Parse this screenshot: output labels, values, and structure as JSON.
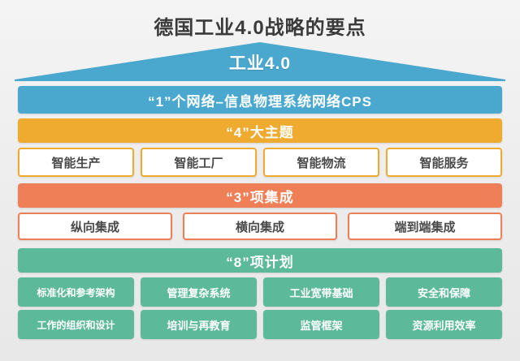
{
  "title": "德国工业4.0战略的要点",
  "roof": {
    "label": "工业4.0",
    "color": "#4aa8cf"
  },
  "bands": {
    "cps": {
      "label": "“1”个网络–信息物理系统网络CPS",
      "color": "#4aa8cf"
    },
    "themes": {
      "label": "“4”大主题",
      "color": "#eeab30"
    },
    "integration": {
      "label": "“3”项集成",
      "color": "#ef7f57"
    },
    "plans": {
      "label": "“8”项计划",
      "color": "#5cb99a"
    }
  },
  "themes": [
    "智能生产",
    "智能工厂",
    "智能物流",
    "智能服务"
  ],
  "integration": [
    "纵向集成",
    "横向集成",
    "端到端集成"
  ],
  "plans_row1": [
    "标准化和参考架构",
    "管理复杂系统",
    "工业宽带基础",
    "安全和保障"
  ],
  "plans_row2": [
    "工作的组织和设计",
    "培训与再教育",
    "监管框架",
    "资源利用效率"
  ]
}
